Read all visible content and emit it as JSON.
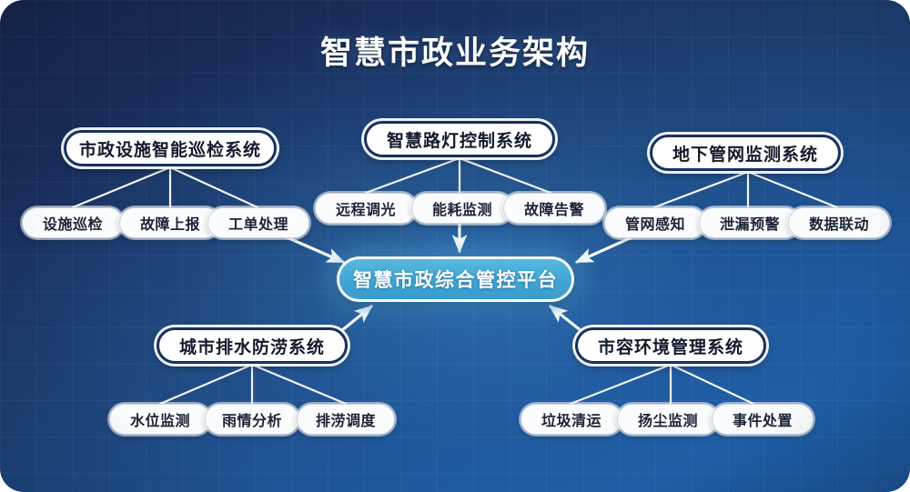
{
  "title": "智慧市政业务架构",
  "center": {
    "label": "智慧市政综合管控平台",
    "fill": "#41a6d4",
    "text_color": "#ffffff"
  },
  "theme": {
    "bg_dark": "#16254c",
    "bg_light": "#1f5ea6",
    "node_fill": "#ffffff",
    "node_border": "#17305e",
    "wire_color": "#ffffff"
  },
  "groups": [
    {
      "id": "inspection",
      "label": "市政设施智能巡检系统",
      "children": [
        {
          "label": "设施巡检"
        },
        {
          "label": "故障上报"
        },
        {
          "label": "工单处理"
        }
      ]
    },
    {
      "id": "streetlight",
      "label": "智慧路灯控制系统",
      "children": [
        {
          "label": "远程调光"
        },
        {
          "label": "能耗监测"
        },
        {
          "label": "故障告警"
        }
      ]
    },
    {
      "id": "pipenetwork",
      "label": "地下管网监测系统",
      "children": [
        {
          "label": "管网感知"
        },
        {
          "label": "泄漏预警"
        },
        {
          "label": "数据联动"
        }
      ]
    },
    {
      "id": "drainage",
      "label": "城市排水防涝系统",
      "children": [
        {
          "label": "水位监测"
        },
        {
          "label": "雨情分析"
        },
        {
          "label": "排涝调度"
        }
      ]
    },
    {
      "id": "cityscape",
      "label": "市容环境管理系统",
      "children": [
        {
          "label": "垃圾清运"
        },
        {
          "label": "扬尘监测"
        },
        {
          "label": "事件处置"
        }
      ]
    }
  ]
}
